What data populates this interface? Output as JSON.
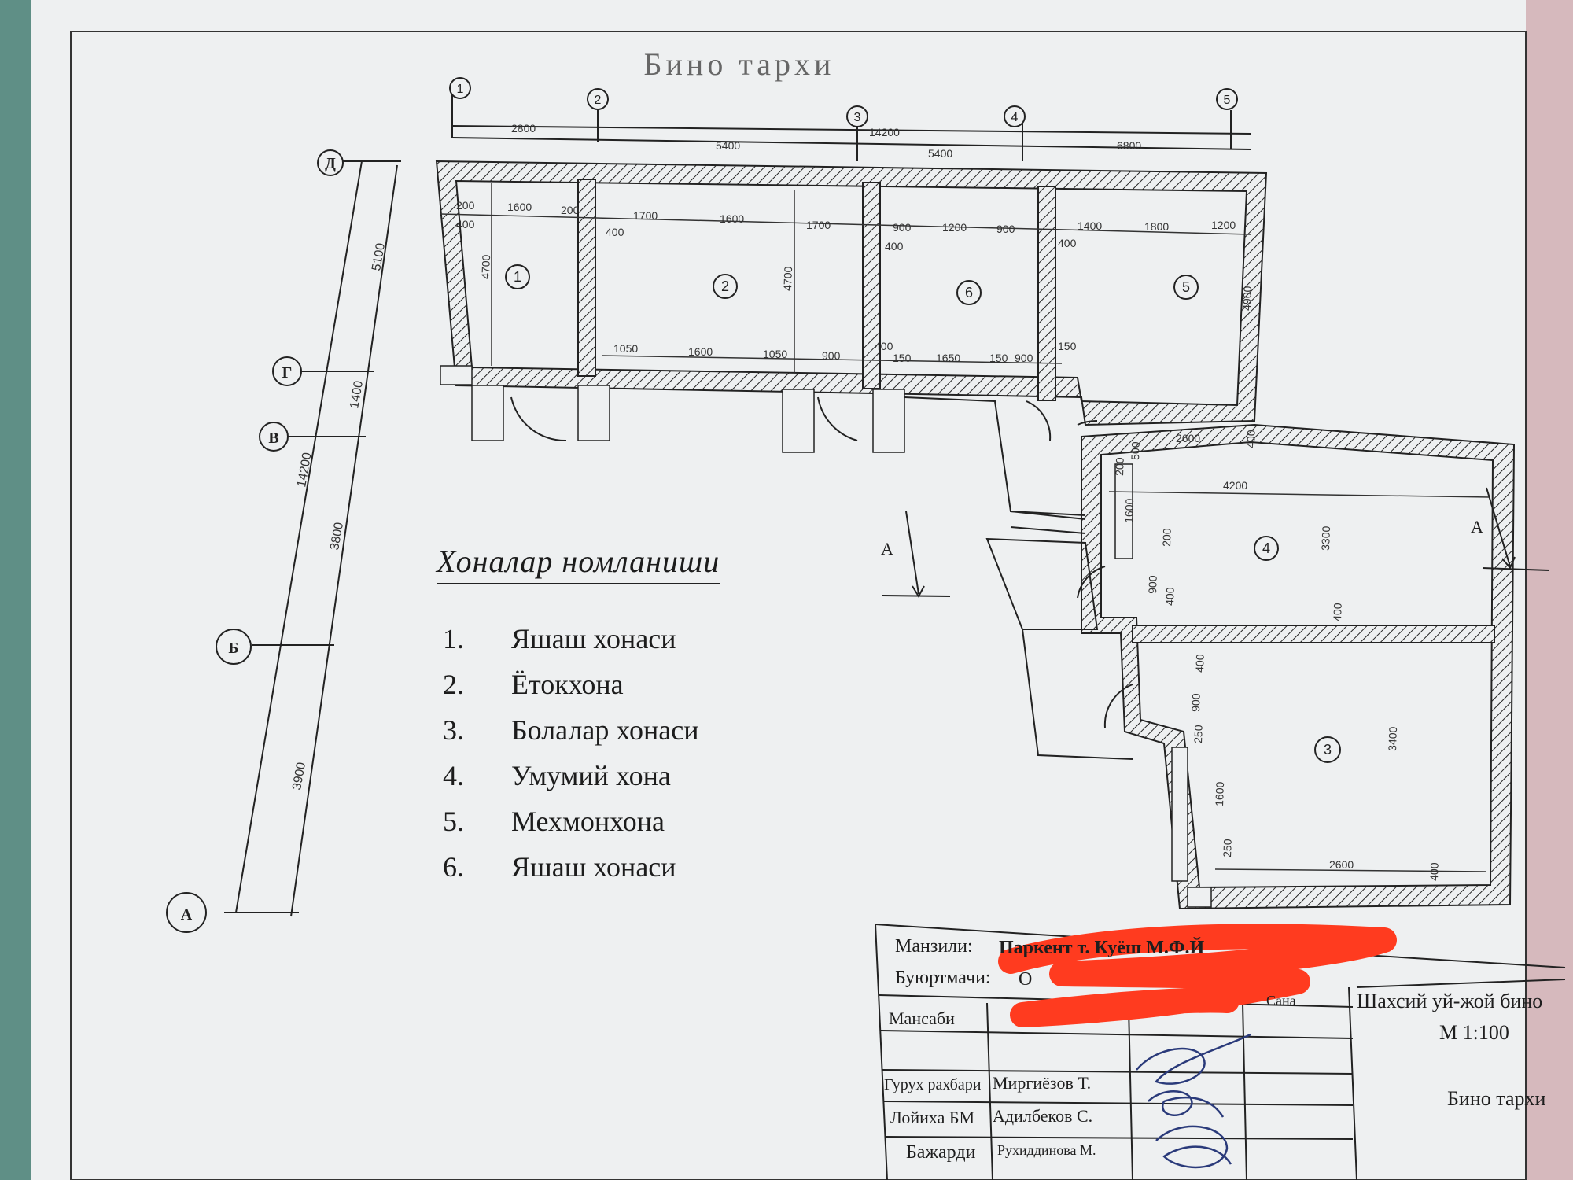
{
  "drawing": {
    "title": "Бино тархи",
    "axes_numeric": [
      "1",
      "2",
      "3",
      "4",
      "5"
    ],
    "axes_letter": [
      "Д",
      "Г",
      "В",
      "Б",
      "А"
    ],
    "top_dimensions": [
      "2800",
      "5400",
      "14200",
      "5400",
      "6800"
    ],
    "left_dimensions": [
      "5100",
      "1400",
      "14200",
      "3800",
      "3900"
    ],
    "room_numbers": [
      "1",
      "2",
      "6",
      "5",
      "4",
      "3"
    ],
    "dims": {
      "d200a": "200",
      "d1600a": "1600",
      "d200b": "200",
      "d400a": "400",
      "d1700a": "1700",
      "d1600b": "1600",
      "d1700b": "1700",
      "d400b": "400",
      "d900a": "900",
      "d1200a": "1200",
      "d900b": "900",
      "d400c": "400",
      "d1400a": "1400",
      "d1800a": "1800",
      "d1200b": "1200",
      "d400d": "400",
      "d4700a": "4700",
      "d4700b": "4700",
      "d4900": "4900",
      "d1050a": "1050",
      "d1600c": "1600",
      "d1050b": "1050",
      "d900c": "900",
      "d400e": "400",
      "d150a": "150",
      "d1650": "1650",
      "d150b": "150",
      "d900d": "900",
      "d150c": "150",
      "d2600a": "2600",
      "d400f": "400",
      "d500": "500",
      "d200c": "200",
      "d4200": "4200",
      "d1600d": "1600",
      "d200d": "200",
      "d900e": "900",
      "d400g": "400",
      "d3300": "3300",
      "d400h": "400",
      "d400i": "400",
      "d900f": "900",
      "d250a": "250",
      "d1600e": "1600",
      "d250b": "250",
      "d3400": "3400",
      "d2600b": "2600",
      "d400j": "400"
    },
    "section_label": "А"
  },
  "legend": {
    "title": "Хоналар номланиши",
    "items": [
      {
        "num": "1.",
        "name": "Яшаш хонаси"
      },
      {
        "num": "2.",
        "name": "Ётокхона"
      },
      {
        "num": "3.",
        "name": "Болалар хонаси"
      },
      {
        "num": "4.",
        "name": "Умумий  хона"
      },
      {
        "num": "5.",
        "name": "Мехмонхона"
      },
      {
        "num": "6.",
        "name": "Яшаш хонаси"
      }
    ]
  },
  "title_block": {
    "address_label": "Манзили:",
    "address_value": "Паркент т. Куёш М.Ф.Й",
    "customer_label": "Буюртмачи:",
    "customer_value": "О",
    "position_label": "Мансаби",
    "date_label": "Сана",
    "project_name": "Шахсий уй-жой бино",
    "scale": "М  1:100",
    "sheet_name": "Бино  тархи",
    "rows": [
      {
        "role": "Гурух рахбари",
        "name": "Миргиёзов Т."
      },
      {
        "role": "Лойиха БМ",
        "name": "Адилбеков С."
      },
      {
        "role": "Бажарди",
        "name": "Рухиддинова М."
      }
    ]
  },
  "colors": {
    "paper": "#eef0f1",
    "ink": "#1e1e1e",
    "redaction": "#ff3b1f",
    "binder": "#5f8f86",
    "stamp_ink": "#2a3a7a"
  }
}
